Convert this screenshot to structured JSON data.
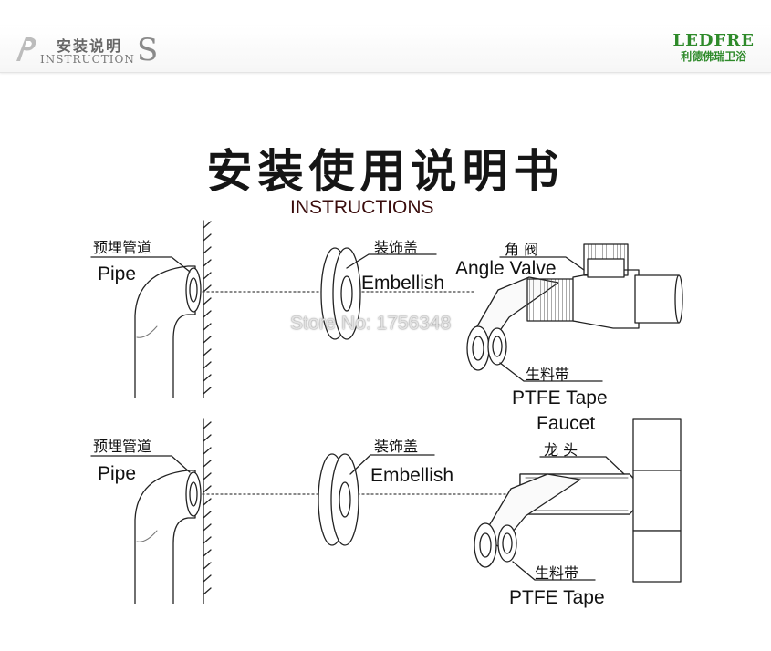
{
  "header": {
    "title_cn": "安装说明",
    "title_en": "INSTRUCTION",
    "title_s": "S",
    "brand_en": "LEDFRE",
    "brand_cn": "利德佛瑞卫浴"
  },
  "main": {
    "title_cn": "安装使用说明书",
    "title_en": "INSTRUCTIONS"
  },
  "top_diagram": {
    "pipe_cn": "预埋管道",
    "pipe_en": "Pipe",
    "embellish_cn": "装饰盖",
    "embellish_en": "Embellish",
    "valve_cn": "角 阀",
    "valve_en": "Angle Valve",
    "tape_cn": "生料带",
    "tape_en": "PTFE Tape"
  },
  "bottom_diagram": {
    "pipe_cn": "预埋管道",
    "pipe_en": "Pipe",
    "embellish_cn": "装饰盖",
    "embellish_en": "Embellish",
    "faucet_en": "Faucet",
    "faucet_cn": "龙 头",
    "tape_cn": "生料带",
    "tape_en": "PTFE Tape"
  },
  "watermark": "Store No: 1756348",
  "colors": {
    "brand": "#2e8a2a",
    "line": "#222222"
  }
}
